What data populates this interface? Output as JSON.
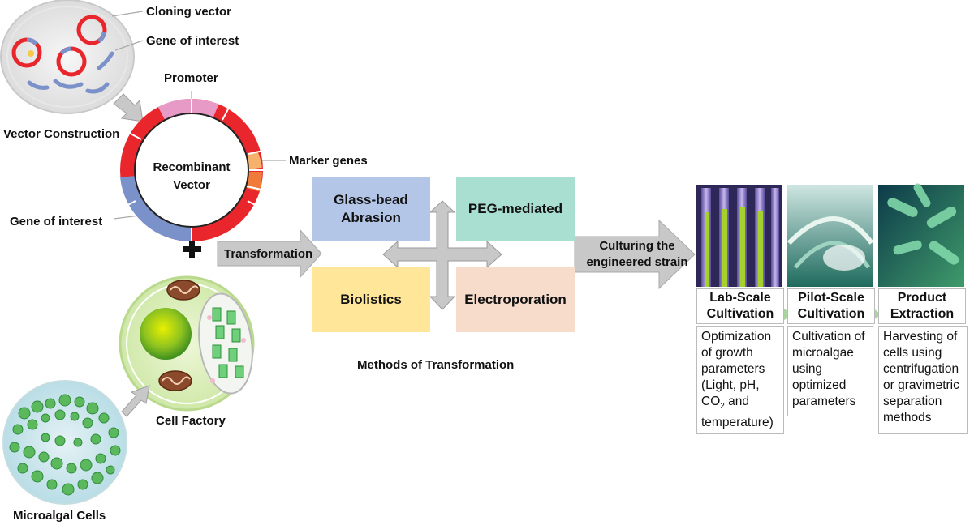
{
  "labels": {
    "cloning_vector": "Cloning vector",
    "gene_of_interest_top": "Gene of interest",
    "promoter": "Promoter",
    "vector_construction": "Vector Construction",
    "recombinant_vector_line1": "Recombinant",
    "recombinant_vector_line2": "Vector",
    "marker_genes": "Marker genes",
    "gene_of_interest_bottom": "Gene of interest",
    "transformation": "Transformation",
    "cell_factory": "Cell Factory",
    "microalgal_cells": "Microalgal Cells",
    "methods_caption": "Methods of Transformation",
    "culturing_line1": "Culturing the",
    "culturing_line2": "engineered strain"
  },
  "methods": [
    {
      "label_line1": "Glass-bead",
      "label_line2": "Abrasion",
      "color": "#b4c6e7"
    },
    {
      "label_line1": "PEG-mediated",
      "label_line2": "",
      "color": "#a9dfd1"
    },
    {
      "label_line1": "Biolistics",
      "label_line2": "",
      "color": "#ffe699"
    },
    {
      "label_line1": "Electroporation",
      "label_line2": "",
      "color": "#f8dccb"
    }
  ],
  "stages": [
    {
      "title_line1": "Lab-Scale",
      "title_line2": "Cultivation",
      "desc_lines": [
        "Optimization",
        "of growth",
        "parameters",
        "(Light, pH,",
        "CO",
        "2",
        " and",
        "temperature)"
      ]
    },
    {
      "title_line1": "Pilot-Scale",
      "title_line2": "Cultivation",
      "desc_lines": [
        "Cultivation of",
        "microalgae",
        "using",
        "optimized",
        "parameters"
      ]
    },
    {
      "title_line1": "Product",
      "title_line2": "Extraction",
      "desc_lines": [
        "Harvesting of",
        "cells using",
        "centrifugation",
        "or gravimetric",
        "separation",
        "methods"
      ]
    }
  ],
  "colors": {
    "arrow_gray": "#c8c8c8",
    "ring_red": "#e8262b",
    "ring_pink": "#e89ac7",
    "ring_blue": "#7b91c9",
    "ring_orange": "#f4a460",
    "small_arrow_green": "#a8d5a0"
  }
}
